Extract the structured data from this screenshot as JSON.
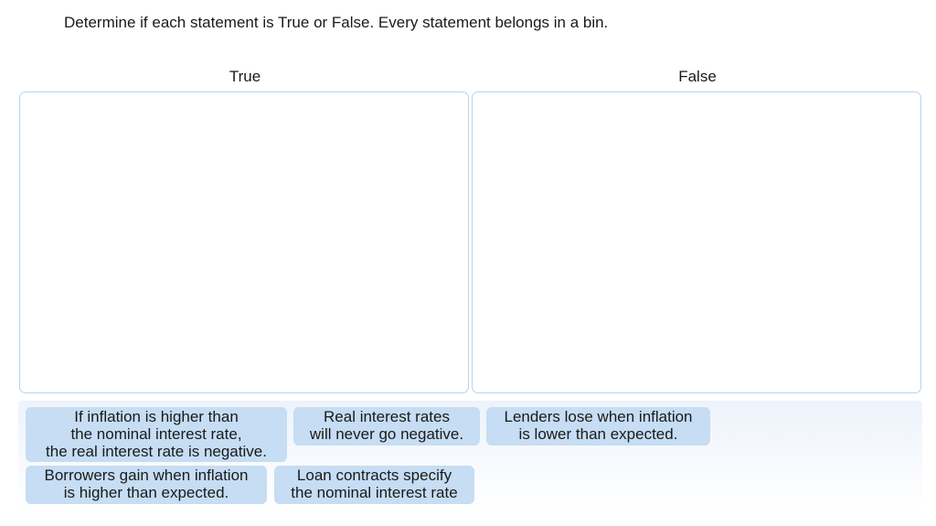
{
  "prompt": "Determine if each statement is True or False. Every statement belongs in a bin.",
  "bins": [
    {
      "label": "True",
      "items": []
    },
    {
      "label": "False",
      "items": []
    }
  ],
  "statements": [
    "If inflation is higher than\nthe nominal interest rate,\nthe real interest rate is negative.",
    "Real interest rates\nwill never go negative.",
    "Lenders lose when inflation\nis lower than expected.",
    "Borrowers gain when inflation\nis higher than expected.",
    "Loan contracts specify\nthe nominal interest rate"
  ],
  "colors": {
    "chip_bg": "#c6ddf3",
    "bin_border": "#b9d3ee",
    "pool_bg": "#edf3fb"
  }
}
